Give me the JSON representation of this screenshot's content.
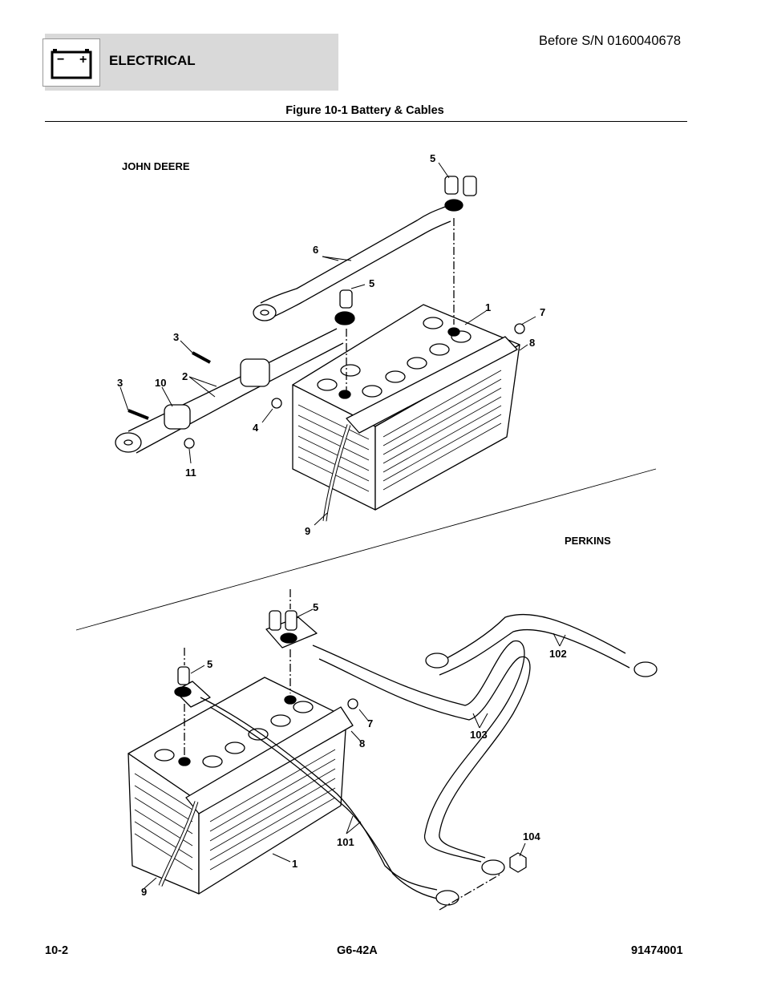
{
  "header": {
    "section": "ELECTRICAL",
    "serial_note": "Before S/N 0160040678",
    "battery_icon_minus": "−",
    "battery_icon_plus": "+"
  },
  "figure": {
    "title": "Figure 10-1 Battery & Cables",
    "top_section_label": "JOHN DEERE",
    "bottom_section_label": "PERKINS",
    "callouts_top": [
      "5",
      "6",
      "5",
      "1",
      "7",
      "8",
      "3",
      "2",
      "3",
      "10",
      "4",
      "11",
      "9"
    ],
    "callouts_bottom": [
      "5",
      "5",
      "7",
      "8",
      "102",
      "103",
      "101",
      "104",
      "1",
      "9"
    ]
  },
  "footer": {
    "page": "10-2",
    "model": "G6-42A",
    "part_number": "91474001"
  }
}
